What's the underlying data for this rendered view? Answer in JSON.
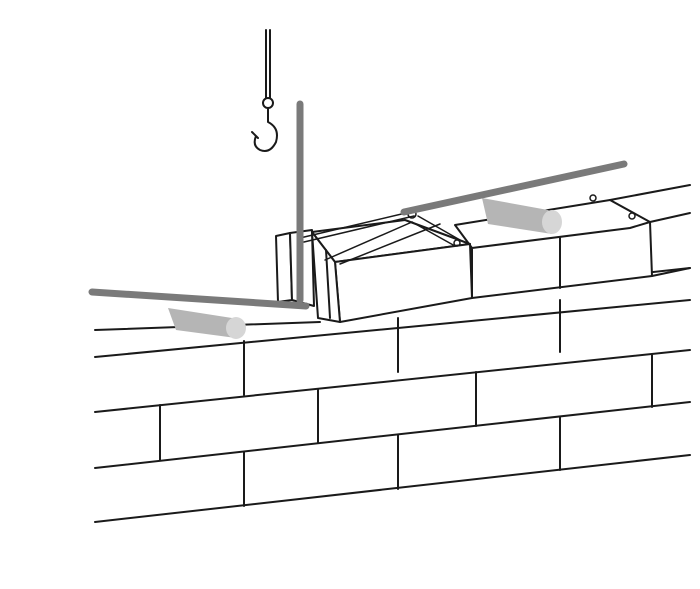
{
  "colors": {
    "background": "#ffffff",
    "line": "#1a1a1a",
    "rod": "#7a7a7a",
    "mortar_roll": "#b5b5b5",
    "mortar_roll_end": "#d6d6d6"
  },
  "parts": {
    "hook": "crane-hook-icon",
    "wall": "brick-wall",
    "lifted_blocks": "clamped-block-stack",
    "clamp": "block-clamp",
    "rods": "guide-rods",
    "mortar": "mortar-rolls"
  }
}
